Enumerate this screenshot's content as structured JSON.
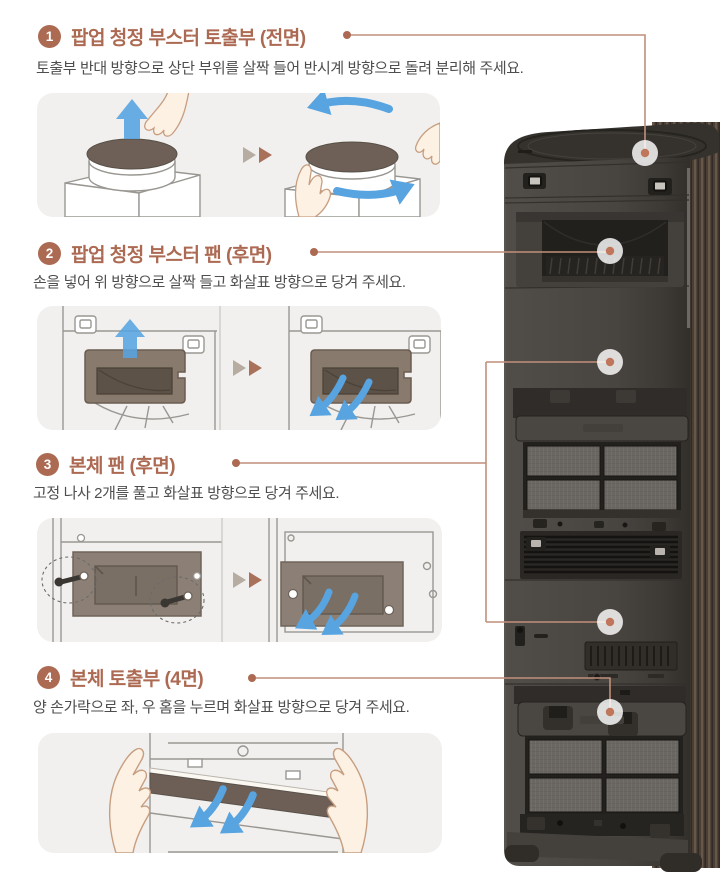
{
  "colors": {
    "accent": "#ac6a52",
    "connector_line": "#c18f7b",
    "callout_dot": "#c0765a",
    "arrow_blue": "#58a4e1",
    "illustration_box_bg": "#f1f0ee",
    "description_text": "#4e4e4e",
    "part_brown": "#8a7a6f",
    "product_body": "#46433f"
  },
  "steps": [
    {
      "number": "1",
      "title": "팝업 청정 부스터 토출부 (전면)",
      "description": "토출부 반대 방향으로 상단 부위를 살짝 들어 반시계 방향으로 돌려 분리해 주세요."
    },
    {
      "number": "2",
      "title": "팝업 청정 부스터 팬 (후면)",
      "description": "손을 넣어 위 방향으로 살짝 들고 화살표 방향으로 당겨 주세요."
    },
    {
      "number": "3",
      "title": "본체 팬 (후면)",
      "description": "고정 나사 2개를 풀고 화살표 방향으로 당겨 주세요."
    },
    {
      "number": "4",
      "title": "본체 토출부 (4면)",
      "description": "양 손가락으로 좌, 우 홈을 누르며 화살표 방향으로 당겨 주세요."
    }
  ],
  "icons": {
    "step_transition": "double-right-triangles",
    "lift_arrow": "up-arrow",
    "pull_arrows": "down-left-arrows",
    "rotate_arrows": "counterclockwise-curved-arrows"
  },
  "product": {
    "image_name": "air-conditioner-rear-view",
    "callout_points": [
      {
        "step": "1",
        "location": "top-cover"
      },
      {
        "step": "2",
        "location": "booster-fan-recess"
      },
      {
        "step": "3",
        "location": "upper-back-panel"
      },
      {
        "step": "3",
        "location": "lower-back-panel"
      },
      {
        "step": "4",
        "location": "lower-outlet-panel"
      }
    ]
  }
}
